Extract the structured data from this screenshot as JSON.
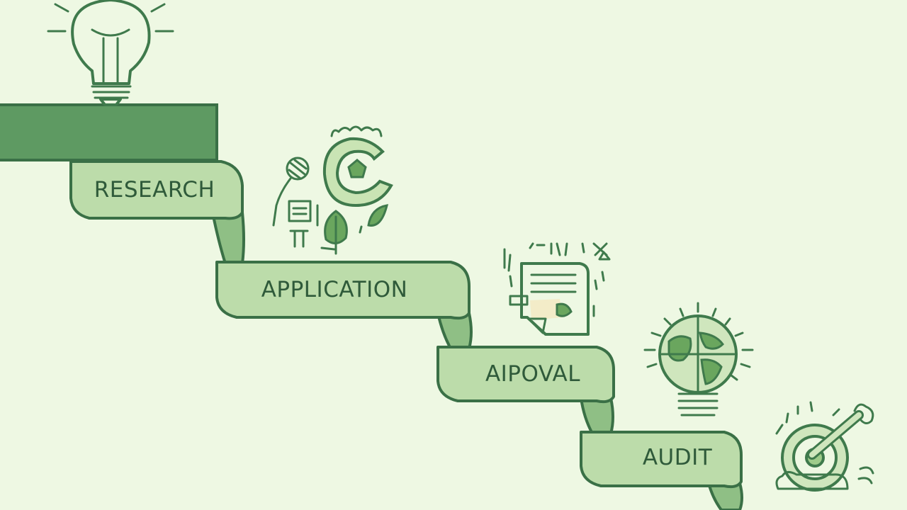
{
  "steps": [
    {
      "label": "RESEARCH"
    },
    {
      "label": "APPLICATION"
    },
    {
      "label": "AIPOVAL"
    },
    {
      "label": "AUDIT"
    }
  ],
  "colors": {
    "background": "#eef8e3",
    "ribbon": "#bcdcaa",
    "ribbon_fold": "#8fbf85",
    "top_block": "#5e9a62",
    "ink": "#3f7a4c",
    "text": "#2f5a3a"
  },
  "icons": [
    "lightbulb-icon",
    "copyright-icon",
    "document-icon",
    "globe-bulb-icon",
    "target-icon"
  ]
}
